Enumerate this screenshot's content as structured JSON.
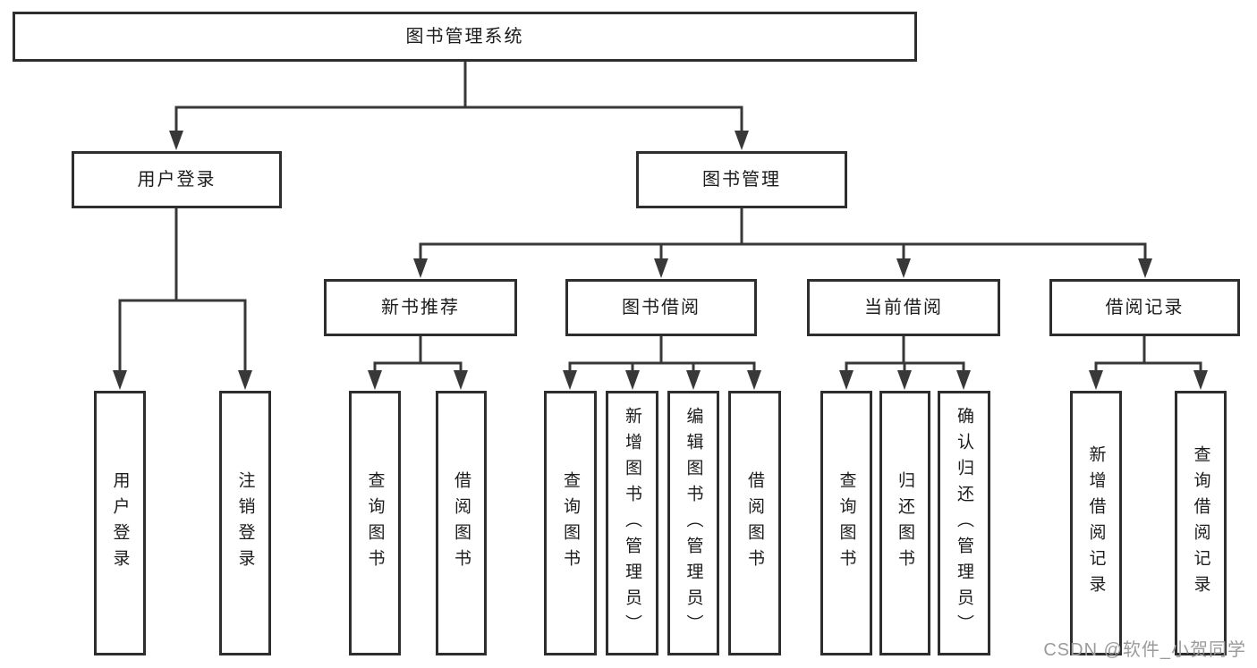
{
  "diagram_title": "图书管理系统",
  "tree": {
    "root": {
      "label": "图书管理系统"
    },
    "children": [
      {
        "label": "用户登录",
        "children": [
          {
            "label": "用户登录"
          },
          {
            "label": "注销登录"
          }
        ]
      },
      {
        "label": "图书管理",
        "children": [
          {
            "label": "新书推荐",
            "children": [
              {
                "label": "查询图书"
              },
              {
                "label": "借阅图书"
              }
            ]
          },
          {
            "label": "图书借阅",
            "children": [
              {
                "label": "查询图书"
              },
              {
                "label": "新增图书（管理员）"
              },
              {
                "label": "编辑图书（管理员）"
              },
              {
                "label": "借阅图书"
              }
            ]
          },
          {
            "label": "当前借阅",
            "children": [
              {
                "label": "查询图书"
              },
              {
                "label": "归还图书"
              },
              {
                "label": "确认归还（管理员）"
              }
            ]
          },
          {
            "label": "借阅记录",
            "children": [
              {
                "label": "新增借阅记录"
              },
              {
                "label": "查询借阅记录"
              }
            ]
          }
        ]
      }
    ]
  },
  "watermark": {
    "text": "CSDN @软件_小贺同学",
    "color": "#9b9b9b"
  },
  "colors": {
    "line": "#383838",
    "box_border": "#2e2e2e",
    "text": "#1c1c1c",
    "background": "#ffffff"
  }
}
